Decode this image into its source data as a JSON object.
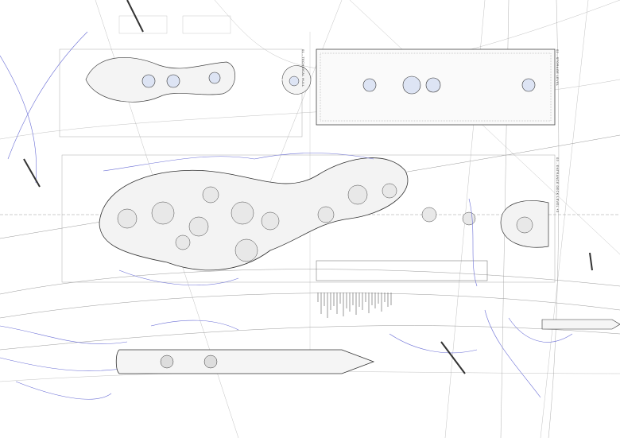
{
  "drawing": {
    "labels": {
      "technical_hull": "01 - TECHNICAL HULL",
      "storage_level": "02 - STORAGE LEVEL",
      "entrance_deck": "03 - ENTRANCE DECK LEVEL +3"
    },
    "colors": {
      "linework": "#555555",
      "gridlines": "#bbbbbb",
      "water_contours": "#6b6fd6",
      "background": "#ffffff"
    }
  }
}
